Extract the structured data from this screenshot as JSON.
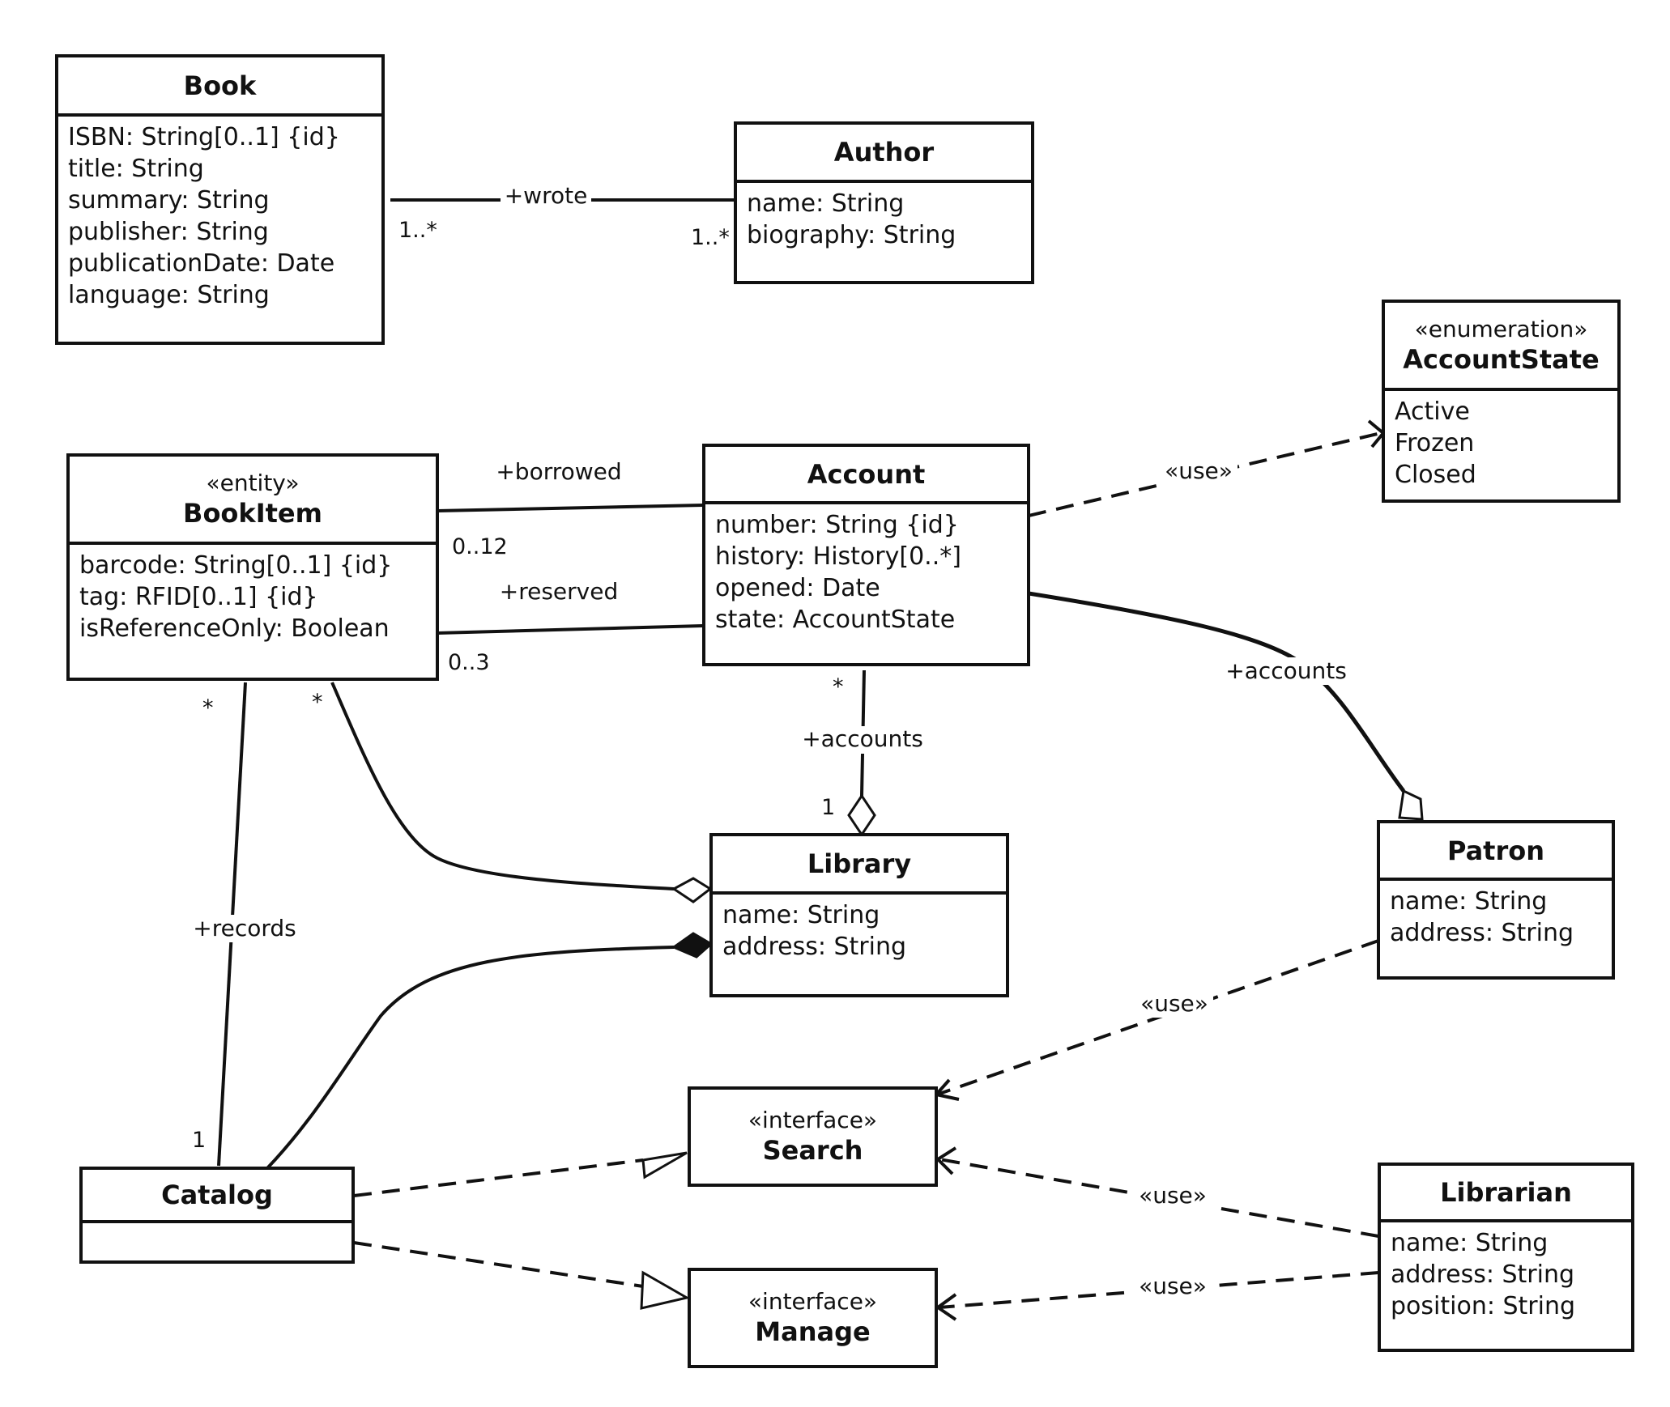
{
  "classes": {
    "book": {
      "name": "Book",
      "attributes": [
        "ISBN: String[0..1] {id}",
        "title: String",
        "summary: String",
        "publisher: String",
        "publicationDate: Date",
        "language: String"
      ]
    },
    "author": {
      "name": "Author",
      "attributes": [
        "name: String",
        "biography: String"
      ]
    },
    "account_state": {
      "stereotype": "«enumeration»",
      "name": "AccountState",
      "attributes": [
        "Active",
        "Frozen",
        "Closed"
      ]
    },
    "book_item": {
      "stereotype": "«entity»",
      "name": "BookItem",
      "attributes": [
        "barcode: String[0..1] {id}",
        "tag: RFID[0..1] {id}",
        "isReferenceOnly: Boolean"
      ]
    },
    "account": {
      "name": "Account",
      "attributes": [
        "number: String {id}",
        "history: History[0..*]",
        "opened: Date",
        "state: AccountState"
      ]
    },
    "library": {
      "name": "Library",
      "attributes": [
        "name: String",
        "address: String"
      ]
    },
    "patron": {
      "name": "Patron",
      "attributes": [
        "name: String",
        "address: String"
      ]
    },
    "search": {
      "stereotype": "«interface»",
      "name": "Search"
    },
    "catalog": {
      "name": "Catalog"
    },
    "manage": {
      "stereotype": "«interface»",
      "name": "Manage"
    },
    "librarian": {
      "name": "Librarian",
      "attributes": [
        "name: String",
        "address: String",
        "position: String"
      ]
    }
  },
  "relations": {
    "wrote": {
      "label": "+wrote",
      "mult_book": "1..*",
      "mult_author": "1..*"
    },
    "borrowed": {
      "label": "+borrowed",
      "mult": "0..12"
    },
    "reserved": {
      "label": "+reserved",
      "mult": "0..3"
    },
    "account_use_state": {
      "label": "«use»"
    },
    "library_accounts": {
      "label": "+accounts",
      "mult_account": "*",
      "mult_library": "1"
    },
    "patron_accounts": {
      "label": "+accounts"
    },
    "library_bookitems": {
      "mult_bookitem": "*"
    },
    "catalog_records": {
      "label": "+records",
      "mult_bookitem": "*",
      "mult_catalog": "1"
    },
    "patron_use_search": {
      "label": "«use»"
    },
    "librarian_use_search": {
      "label": "«use»"
    },
    "librarian_use_manage": {
      "label": "«use»"
    }
  },
  "colors": {
    "ink": "#111111",
    "background": "#ffffff"
  }
}
